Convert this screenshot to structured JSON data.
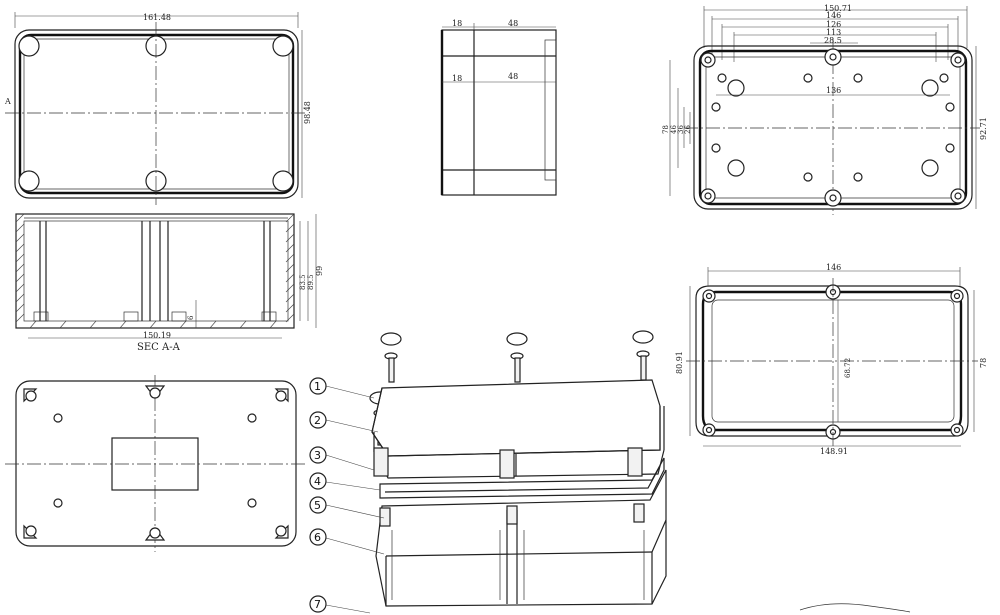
{
  "dimensions": {
    "top_width": "161.48",
    "top_height": "98.48",
    "section_label_a": "A",
    "side_top": "18",
    "side_mid": "18",
    "side_w1": "48",
    "side_w2": "48",
    "section_width": "150.19",
    "section_h1": "83.5",
    "section_h2": "89.5",
    "section_h3": "99",
    "section_base": "6",
    "section_caption": "SEC A-A",
    "plan_w1": "150.71",
    "plan_w2": "146",
    "plan_w3": "126",
    "plan_w4": "113",
    "plan_w5": "28.5",
    "plan_w6": "136",
    "plan_left_78": "78",
    "plan_left_46": "46",
    "plan_left_36": "36",
    "plan_left_26": "26",
    "plan_right_h": "92.71",
    "lid_top_w": "146",
    "lid_bottom_w": "148.91",
    "lid_left_h": "80.91",
    "lid_center_h": "68.72",
    "lid_right_h": "78"
  },
  "parts": [
    "1",
    "2",
    "3",
    "4",
    "5",
    "6",
    "7"
  ]
}
